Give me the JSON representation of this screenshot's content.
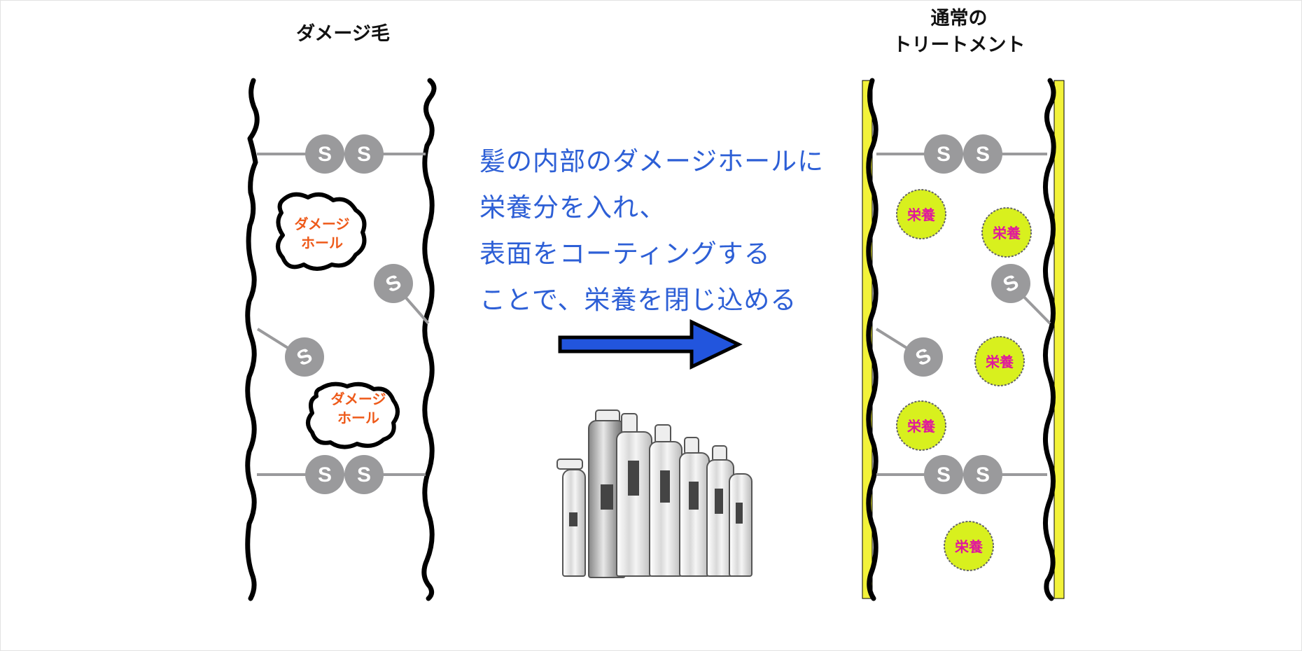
{
  "titles": {
    "left": "ダメージ毛",
    "right_line1": "通常の",
    "right_line2": "トリートメント"
  },
  "caption_lines": [
    "髪の内部のダメージホールに",
    "栄養分を入れ、",
    "表面をコーティングする",
    "ことで、栄養を閉じ込める"
  ],
  "bond_letter": "S",
  "damage_hole_label": [
    "ダメージ",
    "ホール"
  ],
  "nutrient_label": "栄養",
  "colors": {
    "caption_text": "#2d5fd6",
    "arrow_fill": "#2255dd",
    "bond_circle": "#9a9a9c",
    "damage_text": "#ee5a1a",
    "nutrient_fill": "#d8f01e",
    "nutrient_text": "#e0189c",
    "coating": "#f2f23a"
  },
  "icons": {
    "arrow": "right-arrow-icon",
    "product": "treatment-bottles-image"
  }
}
